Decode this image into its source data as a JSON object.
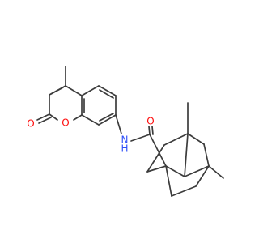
{
  "molecule": {
    "atoms": {
      "ring_oxygen": {
        "symbol": "O",
        "color": "#ff0d0d"
      },
      "carbonyl_oxygen_lactone": {
        "symbol": "O",
        "color": "#ff0d0d"
      },
      "amide_oxygen": {
        "symbol": "O",
        "color": "#ff0d0d"
      },
      "amide_nitrogen": {
        "symbol": "N",
        "color": "#3050f8"
      },
      "amide_hydrogen": {
        "symbol": "H",
        "color": "#3050f8"
      }
    },
    "bond_color": "#3c3c3c"
  }
}
